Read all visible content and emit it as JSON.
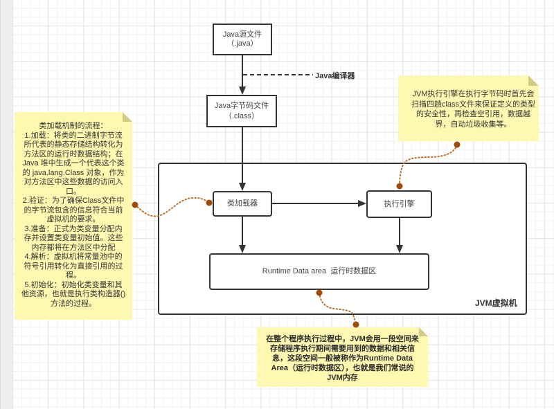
{
  "colors": {
    "stroke": "#333333",
    "note_fill": "#FFF8B0",
    "note_fold": "#D2CB85",
    "connector": "#B8732E",
    "connector_dot": "#A24A05"
  },
  "nodes": {
    "source_file": {
      "line1": "Java源文件",
      "line2": "（.java）"
    },
    "compiler": {
      "label": "Java编译器"
    },
    "bytecode_file": {
      "line1": "Java字节码文件",
      "line2": "（.class）"
    },
    "jvm": {
      "label": "JVM虚拟机"
    },
    "class_loader": {
      "label": "类加载器"
    },
    "execution_engine": {
      "label": "执行引擎"
    },
    "runtime_data_area": {
      "label": "Runtime Data area  运行时数据区"
    }
  },
  "notes": {
    "class_loading": {
      "lines": [
        "类加载机制的流程：",
        "1.加载：将类的二进制字节流",
        "所代表的静态存储结构转化为",
        "方法区的运行时数据结构；在",
        "Java 堆中生成一个代表这个类",
        "的 java.lang.Class 对象，作为",
        "对方法区中这些数据的访问入",
        "口。",
        "2.验证：为了确保Class文件中",
        "的字节流包含的信息符合当前",
        "虚拟机的要求。",
        "3.准备：正式为类变量分配内",
        "存并设置类变量初始值。这些",
        "内存都将在方法区中分配",
        "4.解析：虚拟机将常量池中的",
        "符号引用转化为直接引用的过",
        "程。",
        "5.初始化：初始化类变量和其",
        "他资源，也就是执行类构造器()",
        "方法的过程。"
      ]
    },
    "execution_engine": {
      "lines": [
        "JVM执行引擎在执行字节码时首先会",
        "扫描四趟class文件来保证定义的类型",
        "的安全性，再检查空引用，数据越",
        "界，自动垃圾收集等。"
      ]
    },
    "runtime_data_area": {
      "lines": [
        "在整个程序执行过程中，JVM会用一段空间来",
        "存储程序执行期间需要用到的数据和相关信",
        "息，这段空间一般被称作为Runtime Data",
        "Area（运行时数据区），也就是我们常说的",
        "JVM内存"
      ]
    }
  }
}
